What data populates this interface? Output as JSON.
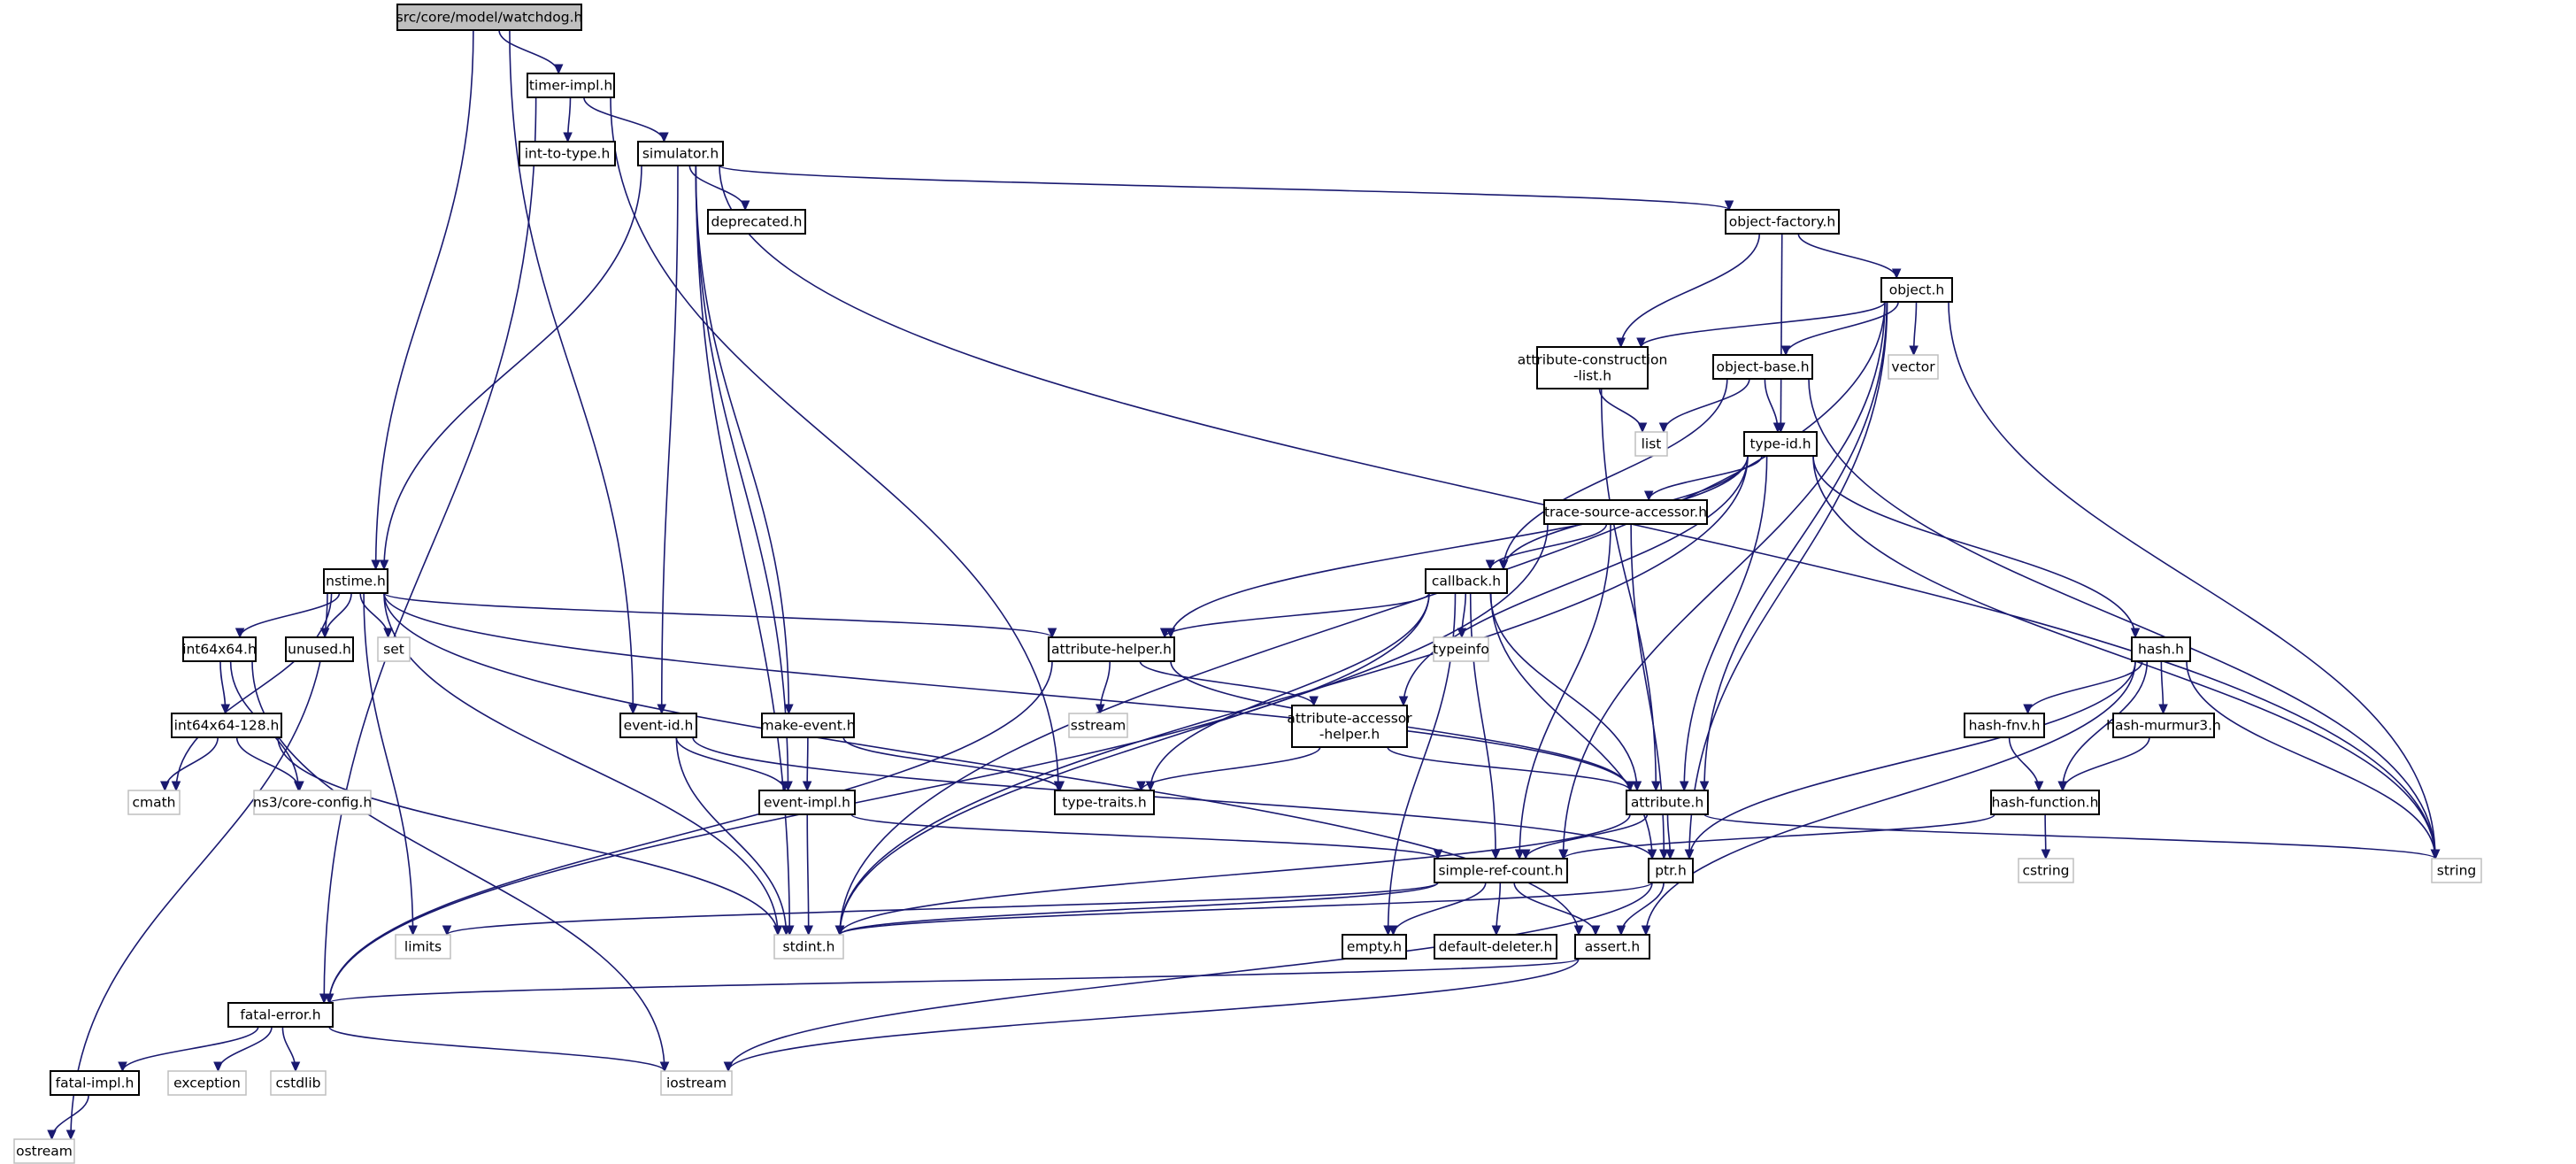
{
  "graph": {
    "title": "src/core/model/watchdog.h",
    "edge_color": "#191970",
    "root_fill": "#bfbfbf",
    "external_border_color": "#bfbfbf",
    "nodes": {
      "watchdog": {
        "label": "src/core/model/watchdog.h",
        "kind": "root"
      },
      "timer_impl": {
        "label": "timer-impl.h",
        "kind": "internal"
      },
      "int_to_type": {
        "label": "int-to-type.h",
        "kind": "internal"
      },
      "simulator": {
        "label": "simulator.h",
        "kind": "internal"
      },
      "deprecated": {
        "label": "deprecated.h",
        "kind": "internal"
      },
      "object_factory": {
        "label": "object-factory.h",
        "kind": "internal"
      },
      "object": {
        "label": "object.h",
        "kind": "internal"
      },
      "attr_construction": {
        "label": "attribute-construction\n-list.h",
        "kind": "internal"
      },
      "object_base": {
        "label": "object-base.h",
        "kind": "internal"
      },
      "vector": {
        "label": "vector",
        "kind": "external"
      },
      "list": {
        "label": "list",
        "kind": "external"
      },
      "type_id": {
        "label": "type-id.h",
        "kind": "internal"
      },
      "trace_source": {
        "label": "trace-source-accessor.h",
        "kind": "internal"
      },
      "callback": {
        "label": "callback.h",
        "kind": "internal"
      },
      "typeinfo": {
        "label": "typeinfo",
        "kind": "external"
      },
      "nstime": {
        "label": "nstime.h",
        "kind": "internal"
      },
      "int64x64": {
        "label": "int64x64.h",
        "kind": "internal"
      },
      "unused": {
        "label": "unused.h",
        "kind": "internal"
      },
      "set": {
        "label": "set",
        "kind": "external"
      },
      "attribute_helper": {
        "label": "attribute-helper.h",
        "kind": "internal"
      },
      "sstream": {
        "label": "sstream",
        "kind": "external"
      },
      "attr_accessor": {
        "label": "attribute-accessor\n-helper.h",
        "kind": "internal"
      },
      "hash": {
        "label": "hash.h",
        "kind": "internal"
      },
      "hash_fnv": {
        "label": "hash-fnv.h",
        "kind": "internal"
      },
      "hash_murmur3": {
        "label": "hash-murmur3.h",
        "kind": "internal"
      },
      "hash_function": {
        "label": "hash-function.h",
        "kind": "internal"
      },
      "cstring": {
        "label": "cstring",
        "kind": "external"
      },
      "int64x64_128": {
        "label": "int64x64-128.h",
        "kind": "internal"
      },
      "cmath": {
        "label": "cmath",
        "kind": "external"
      },
      "ns3_core_config": {
        "label": "ns3/core-config.h",
        "kind": "external"
      },
      "event_id": {
        "label": "event-id.h",
        "kind": "internal"
      },
      "make_event": {
        "label": "make-event.h",
        "kind": "internal"
      },
      "event_impl": {
        "label": "event-impl.h",
        "kind": "internal"
      },
      "type_traits": {
        "label": "type-traits.h",
        "kind": "internal"
      },
      "attribute": {
        "label": "attribute.h",
        "kind": "internal"
      },
      "ptr": {
        "label": "ptr.h",
        "kind": "internal"
      },
      "simple_ref_count": {
        "label": "simple-ref-count.h",
        "kind": "internal"
      },
      "string": {
        "label": "string",
        "kind": "external"
      },
      "limits": {
        "label": "limits",
        "kind": "external"
      },
      "stdint": {
        "label": "stdint.h",
        "kind": "external"
      },
      "empty": {
        "label": "empty.h",
        "kind": "internal"
      },
      "default_deleter": {
        "label": "default-deleter.h",
        "kind": "internal"
      },
      "assert": {
        "label": "assert.h",
        "kind": "internal"
      },
      "fatal_error": {
        "label": "fatal-error.h",
        "kind": "internal"
      },
      "exception": {
        "label": "exception",
        "kind": "external"
      },
      "cstdlib": {
        "label": "cstdlib",
        "kind": "external"
      },
      "iostream": {
        "label": "iostream",
        "kind": "external"
      },
      "fatal_impl": {
        "label": "fatal-impl.h",
        "kind": "internal"
      },
      "ostream": {
        "label": "ostream",
        "kind": "external"
      }
    },
    "edges": [
      [
        "watchdog",
        "timer_impl"
      ],
      [
        "watchdog",
        "nstime"
      ],
      [
        "watchdog",
        "event_id"
      ],
      [
        "timer_impl",
        "int_to_type"
      ],
      [
        "timer_impl",
        "simulator"
      ],
      [
        "timer_impl",
        "fatal_error"
      ],
      [
        "timer_impl",
        "type_traits"
      ],
      [
        "simulator",
        "deprecated"
      ],
      [
        "simulator",
        "object_factory"
      ],
      [
        "simulator",
        "nstime"
      ],
      [
        "simulator",
        "stdint"
      ],
      [
        "simulator",
        "event_id"
      ],
      [
        "simulator",
        "event_impl"
      ],
      [
        "simulator",
        "make_event"
      ],
      [
        "simulator",
        "string"
      ],
      [
        "object_factory",
        "object"
      ],
      [
        "object_factory",
        "attr_construction"
      ],
      [
        "object_factory",
        "type_id"
      ],
      [
        "object",
        "vector"
      ],
      [
        "object",
        "object_base"
      ],
      [
        "object",
        "attr_construction"
      ],
      [
        "object",
        "stdint"
      ],
      [
        "object",
        "ptr"
      ],
      [
        "object",
        "attribute"
      ],
      [
        "object",
        "simple_ref_count"
      ],
      [
        "object",
        "string"
      ],
      [
        "attr_construction",
        "list"
      ],
      [
        "attr_construction",
        "attribute"
      ],
      [
        "object_base",
        "list"
      ],
      [
        "object_base",
        "type_id"
      ],
      [
        "object_base",
        "callback"
      ],
      [
        "object_base",
        "string"
      ],
      [
        "type_id",
        "trace_source"
      ],
      [
        "type_id",
        "callback"
      ],
      [
        "type_id",
        "attribute_helper"
      ],
      [
        "type_id",
        "attr_accessor"
      ],
      [
        "type_id",
        "hash"
      ],
      [
        "type_id",
        "attribute"
      ],
      [
        "type_id",
        "stdint"
      ],
      [
        "type_id",
        "string"
      ],
      [
        "trace_source",
        "callback"
      ],
      [
        "trace_source",
        "stdint"
      ],
      [
        "trace_source",
        "simple_ref_count"
      ],
      [
        "trace_source",
        "ptr"
      ],
      [
        "callback",
        "typeinfo"
      ],
      [
        "callback",
        "attribute_helper"
      ],
      [
        "callback",
        "type_traits"
      ],
      [
        "callback",
        "attribute"
      ],
      [
        "callback",
        "ptr"
      ],
      [
        "callback",
        "simple_ref_count"
      ],
      [
        "callback",
        "empty"
      ],
      [
        "callback",
        "fatal_error"
      ],
      [
        "nstime",
        "int64x64"
      ],
      [
        "nstime",
        "unused"
      ],
      [
        "nstime",
        "set"
      ],
      [
        "nstime",
        "cmath"
      ],
      [
        "nstime",
        "attribute_helper"
      ],
      [
        "nstime",
        "attribute"
      ],
      [
        "nstime",
        "limits"
      ],
      [
        "nstime",
        "stdint"
      ],
      [
        "nstime",
        "ostream"
      ],
      [
        "nstime",
        "assert"
      ],
      [
        "attribute_helper",
        "sstream"
      ],
      [
        "attribute_helper",
        "attr_accessor"
      ],
      [
        "attribute_helper",
        "attribute"
      ],
      [
        "attribute_helper",
        "fatal_error"
      ],
      [
        "attr_accessor",
        "attribute"
      ],
      [
        "attr_accessor",
        "type_traits"
      ],
      [
        "hash",
        "hash_fnv"
      ],
      [
        "hash",
        "hash_murmur3"
      ],
      [
        "hash",
        "hash_function"
      ],
      [
        "hash",
        "string"
      ],
      [
        "hash",
        "assert"
      ],
      [
        "hash",
        "ptr"
      ],
      [
        "hash_fnv",
        "hash_function"
      ],
      [
        "hash_murmur3",
        "hash_function"
      ],
      [
        "hash_function",
        "cstring"
      ],
      [
        "hash_function",
        "simple_ref_count"
      ],
      [
        "int64x64",
        "int64x64_128"
      ],
      [
        "int64x64",
        "ns3_core_config"
      ],
      [
        "int64x64",
        "iostream"
      ],
      [
        "int64x64_128",
        "cmath"
      ],
      [
        "int64x64_128",
        "ns3_core_config"
      ],
      [
        "int64x64_128",
        "stdint"
      ],
      [
        "event_id",
        "event_impl"
      ],
      [
        "event_id",
        "stdint"
      ],
      [
        "event_id",
        "ptr"
      ],
      [
        "make_event",
        "event_impl"
      ],
      [
        "make_event",
        "type_traits"
      ],
      [
        "event_impl",
        "stdint"
      ],
      [
        "event_impl",
        "simple_ref_count"
      ],
      [
        "attribute",
        "ptr"
      ],
      [
        "attribute",
        "simple_ref_count"
      ],
      [
        "attribute",
        "string"
      ],
      [
        "attribute",
        "stdint"
      ],
      [
        "ptr",
        "stdint"
      ],
      [
        "ptr",
        "assert"
      ],
      [
        "ptr",
        "iostream"
      ],
      [
        "simple_ref_count",
        "empty"
      ],
      [
        "simple_ref_count",
        "default_deleter"
      ],
      [
        "simple_ref_count",
        "assert"
      ],
      [
        "simple_ref_count",
        "stdint"
      ],
      [
        "simple_ref_count",
        "limits"
      ],
      [
        "assert",
        "fatal_error"
      ],
      [
        "assert",
        "iostream"
      ],
      [
        "fatal_error",
        "exception"
      ],
      [
        "fatal_error",
        "cstdlib"
      ],
      [
        "fatal_error",
        "iostream"
      ],
      [
        "fatal_error",
        "fatal_impl"
      ],
      [
        "fatal_impl",
        "ostream"
      ]
    ]
  }
}
